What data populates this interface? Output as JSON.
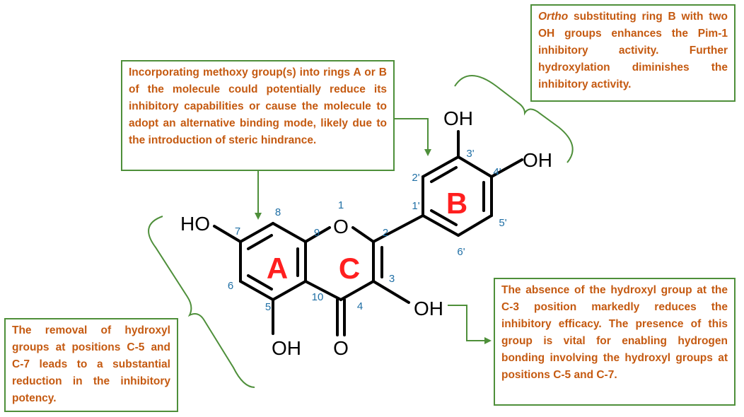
{
  "notes": {
    "ortho": {
      "lead": "Ortho",
      "text": " substituting ring B with two OH groups enhances the Pim-1 inhibitory activity. Further hydroxylation diminishes the inhibitory activity."
    },
    "methoxy": "Incorporating methoxy group(s) into rings A or B of the molecule could potentially reduce its inhibitory capabilities or cause the molecule to adopt an alternative binding mode, likely due to the introduction of steric hindrance.",
    "oh3": "The absence of the hydroxyl group at the C-3 position markedly reduces the inhibitory efficacy. The presence of this group is vital for enabling hydrogen bonding involving the hydroxyl groups at positions C-5 and C-7.",
    "oh57": "The removal of hydroxyl groups at positions C-5 and C-7 leads to a substantial reduction in the inhibitory potency."
  },
  "molecule": {
    "atoms": {
      "oh_3p": "OH",
      "oh_4p": "OH",
      "ho_7": "HO",
      "o_1": "O",
      "oh_3": "OH",
      "oh_5": "OH",
      "o_4": "O"
    },
    "rings": {
      "a": "A",
      "b": "B",
      "c": "C"
    },
    "numbering": {
      "n1": "1",
      "n2": "2",
      "n3": "3",
      "n4": "4",
      "n5": "5",
      "n6": "6",
      "n7": "7",
      "n8": "8",
      "n9": "9",
      "n10": "10",
      "n1p": "1'",
      "n2p": "2'",
      "n3p": "3'",
      "n4p": "4'",
      "n5p": "5'",
      "n6p": "6'"
    }
  },
  "colors": {
    "note_text": "#c55a11",
    "note_border": "#4e8f3a",
    "ring_label": "#ff1f1f",
    "position_number": "#1f6fa5"
  }
}
